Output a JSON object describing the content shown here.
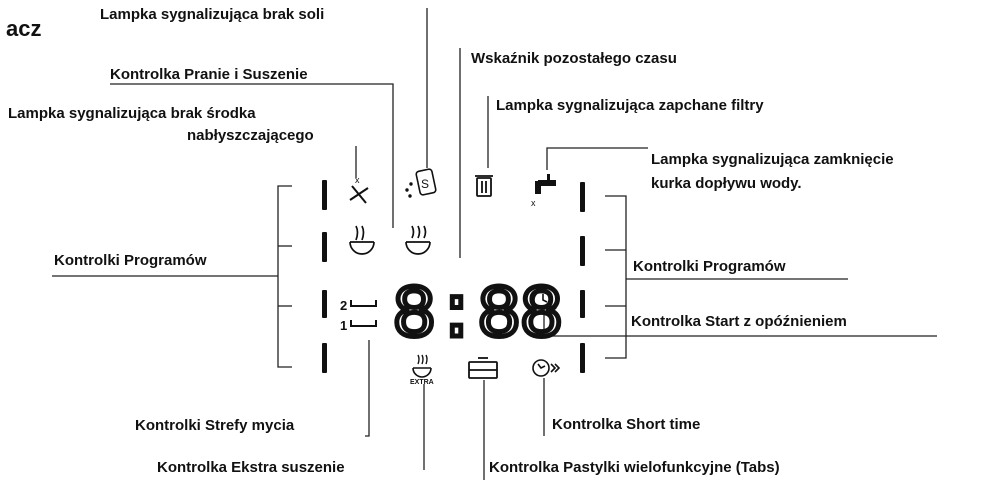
{
  "title": "acz",
  "labels": {
    "salt": "Lampka sygnalizująca brak soli",
    "wash_dry": "Kontrolka Pranie i Suszenie",
    "time_left": "Wskaźnik pozostałego czasu",
    "filters": "Lampka sygnalizująca zapchane filtry",
    "rinse_line1": "Lampka sygnalizująca brak środka",
    "rinse_line2": "nabłyszczającego",
    "tap_line1": "Lampka sygnalizująca zamknięcie",
    "tap_line2": "kurka dopływu wody.",
    "programs_left": "Kontrolki Programów",
    "programs_right": "Kontrolki Programów",
    "delay_start": "Kontrolka Start z opóźnieniem",
    "zones": "Kontrolki Strefy mycia",
    "short_time": "Kontrolka Short time",
    "extra_dry": "Kontrolka Ekstra suszenie",
    "tabs": "Kontrolka Pastylki wielofunkcyjne (Tabs)"
  },
  "display": {
    "digits": "8:88",
    "zone_1": "1",
    "zone_2": "2",
    "extra_text": "EXTRA"
  },
  "colors": {
    "ink": "#111111",
    "line": "#222222"
  }
}
